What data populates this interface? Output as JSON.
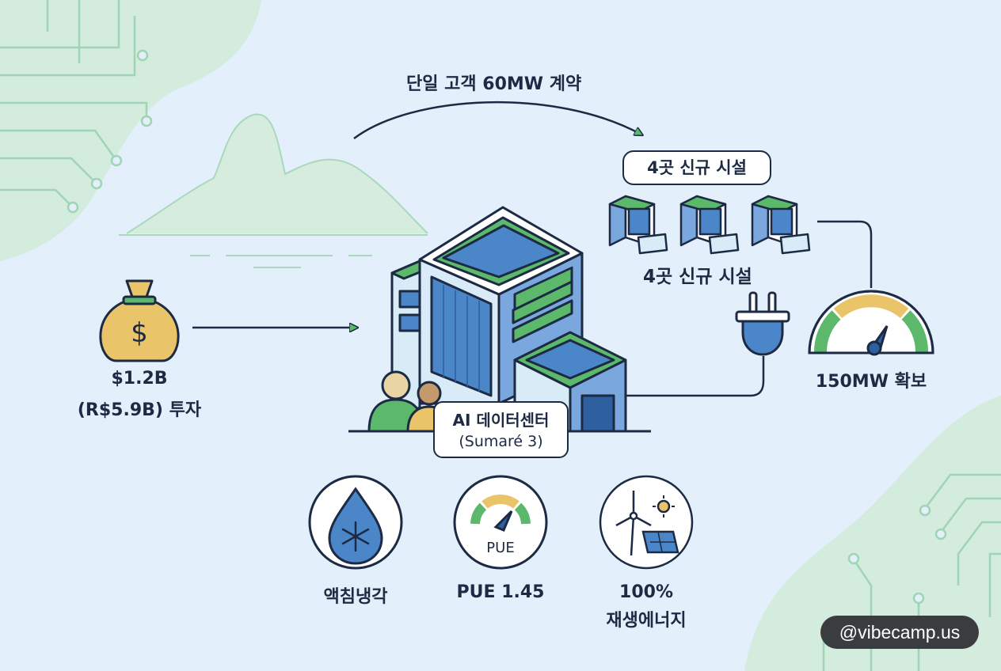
{
  "contract_label": "단일 고객 60MW 계약",
  "facilities_pill_label": "4곳 신규 시설",
  "facilities_caption": "4곳 신규 시설",
  "investment": {
    "amount": "$1.2B",
    "detail": "(R$5.9B) 투자"
  },
  "datacenter": {
    "name": "AI 데이터센터",
    "site": "(Sumaré 3)"
  },
  "power_label": "150MW 확보",
  "features": {
    "cooling": "액침냉각",
    "pue_badge": "PUE",
    "pue_label": "PUE 1.45",
    "renewable_pct": "100%",
    "renewable_label": "재생에너지"
  },
  "watermark": "@vibecamp.us",
  "colors": {
    "background": "#e3effb",
    "outline": "#1c2a44",
    "green": "#5cb96b",
    "blue": "#4a86c8",
    "gold": "#e9c468"
  },
  "icons": [
    "money-bag-icon",
    "datacenter-building-icon",
    "facility-icon",
    "power-plug-icon",
    "power-gauge-icon",
    "water-drop-snowflake-icon",
    "pue-gauge-icon",
    "wind-solar-icon"
  ]
}
